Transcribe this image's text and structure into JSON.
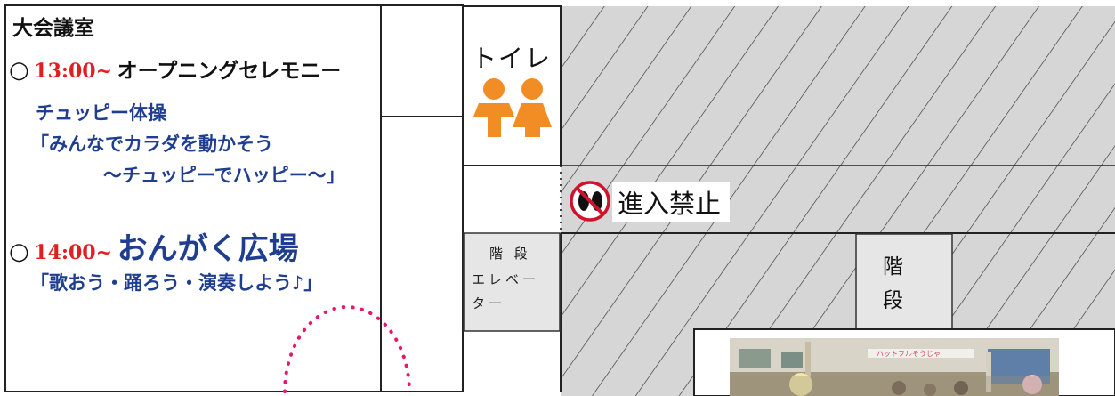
{
  "hall": {
    "title": "大会議室",
    "event1": {
      "marker": "○",
      "time": "13:00~",
      "name": "オープニングセレモニー",
      "line1": "チュッピー体操",
      "line2": "「みんなでカラダを動かそう",
      "line3": "～チュッピーでハッピー～」"
    },
    "event2": {
      "marker": "○",
      "time": "14:00~",
      "name": "おんがく広場",
      "line1": "「歌おう・踊ろう・演奏しよう♪」"
    }
  },
  "toilet": {
    "label": "トイレ",
    "icon": "restroom-icon",
    "icon_color": "#f18d24"
  },
  "no_entry": {
    "label": "進入禁止",
    "icon": "no-footprints-icon",
    "icon_color": "#d0122c"
  },
  "elevator_stairs": {
    "line1": "階 段",
    "line2": "エレベー",
    "line3": "ター"
  },
  "stairs": {
    "line1": "階",
    "line2": "段"
  },
  "photo": {
    "banner": "ハットフルそうじゃ"
  },
  "colors": {
    "accent_red": "#e02020",
    "accent_blue": "#1f3e8f",
    "hatch_bg": "#d6d6d6",
    "dots": "#e5186f"
  }
}
